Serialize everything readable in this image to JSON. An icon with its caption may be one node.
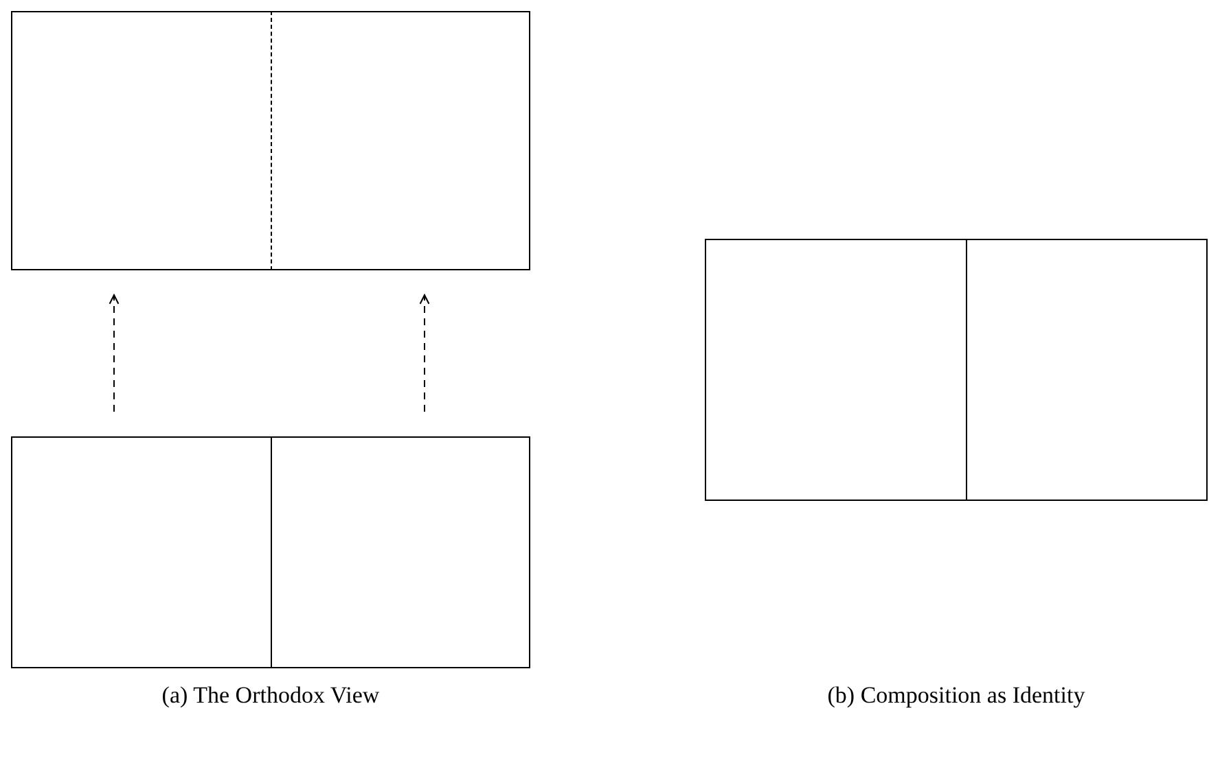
{
  "diagram": {
    "nodes": [
      {
        "text": [],
        "shape": "box"
      },
      {
        "text": [],
        "shape": "box"
      },
      {
        "text": [],
        "shape": "box"
      },
      {
        "text": [],
        "shape": "box"
      },
      {
        "text": [],
        "shape": "box"
      },
      {
        "text": [],
        "shape": "box"
      }
    ],
    "edges": [
      {
        "from": 2,
        "to": 0,
        "arrow": "to",
        "style": "dashed"
      },
      {
        "from": 3,
        "to": 1,
        "arrow": "to",
        "style": "dashed"
      }
    ],
    "labels": [
      "(a) The Orthodox View",
      "(b) Composition as Identity"
    ]
  }
}
